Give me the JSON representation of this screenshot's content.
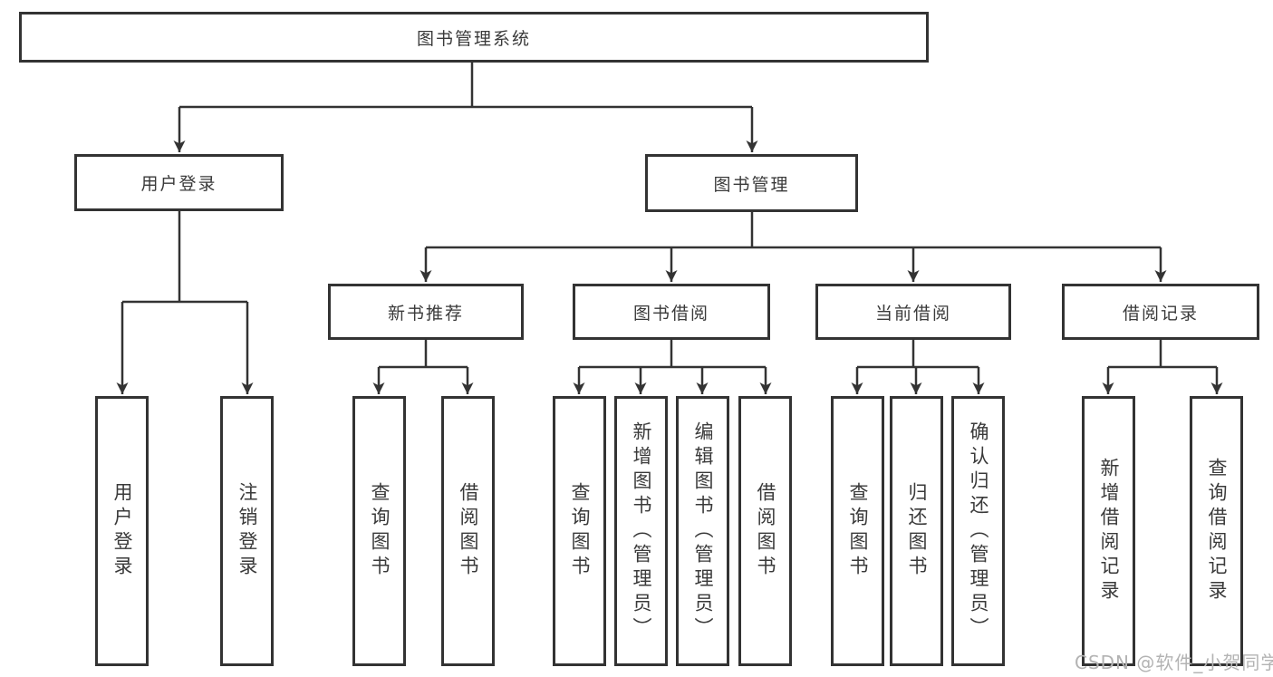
{
  "colors": {
    "line": "#333333",
    "text": "#3a3a3a",
    "watermark": "#b3b3b3"
  },
  "nodes": {
    "root": "图书管理系统",
    "user_login": {
      "label": "用户登录",
      "children": [
        "用户登录",
        "注销登录"
      ]
    },
    "book_mgmt": {
      "label": "图书管理",
      "groups": [
        {
          "label": "新书推荐",
          "children": [
            "查询图书",
            "借阅图书"
          ]
        },
        {
          "label": "图书借阅",
          "children": [
            "查询图书",
            "新增图书（管理员）",
            "编辑图书（管理员）",
            "借阅图书"
          ]
        },
        {
          "label": "当前借阅",
          "children": [
            "查询图书",
            "归还图书",
            "确认归还（管理员）"
          ]
        },
        {
          "label": "借阅记录",
          "children": [
            "新增借阅记录",
            "查询借阅记录"
          ]
        }
      ]
    }
  },
  "watermark": "CSDN @软件_小贺同学"
}
